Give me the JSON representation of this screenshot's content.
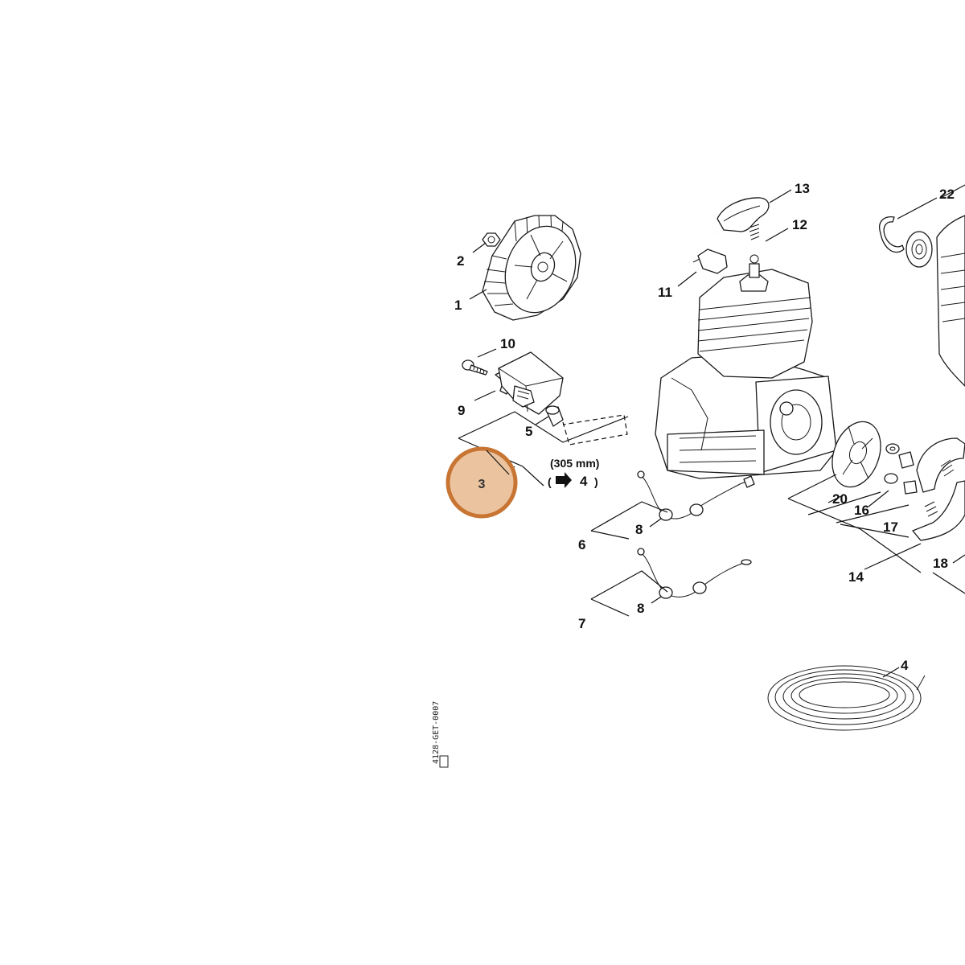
{
  "highlight": {
    "part_number": "3",
    "fill": "#EBC49F",
    "stroke": "#C87533"
  },
  "parts": {
    "p1": "1",
    "p2": "2",
    "p3": "3",
    "p4a": "4",
    "p4b": "4",
    "p5": "5",
    "p6": "6",
    "p7": "7",
    "p8a": "8",
    "p8b": "8",
    "p9": "9",
    "p10": "10",
    "p11": "11",
    "p12": "12",
    "p13": "13",
    "p14": "14",
    "p16": "16",
    "p17": "17",
    "p18": "18",
    "p20": "20",
    "p22": "22"
  },
  "note": {
    "length": "(305 mm)",
    "open_paren": "(",
    "ref_number": "4",
    "close_paren": ")"
  },
  "drawing_ref": "4128-GET-0007"
}
